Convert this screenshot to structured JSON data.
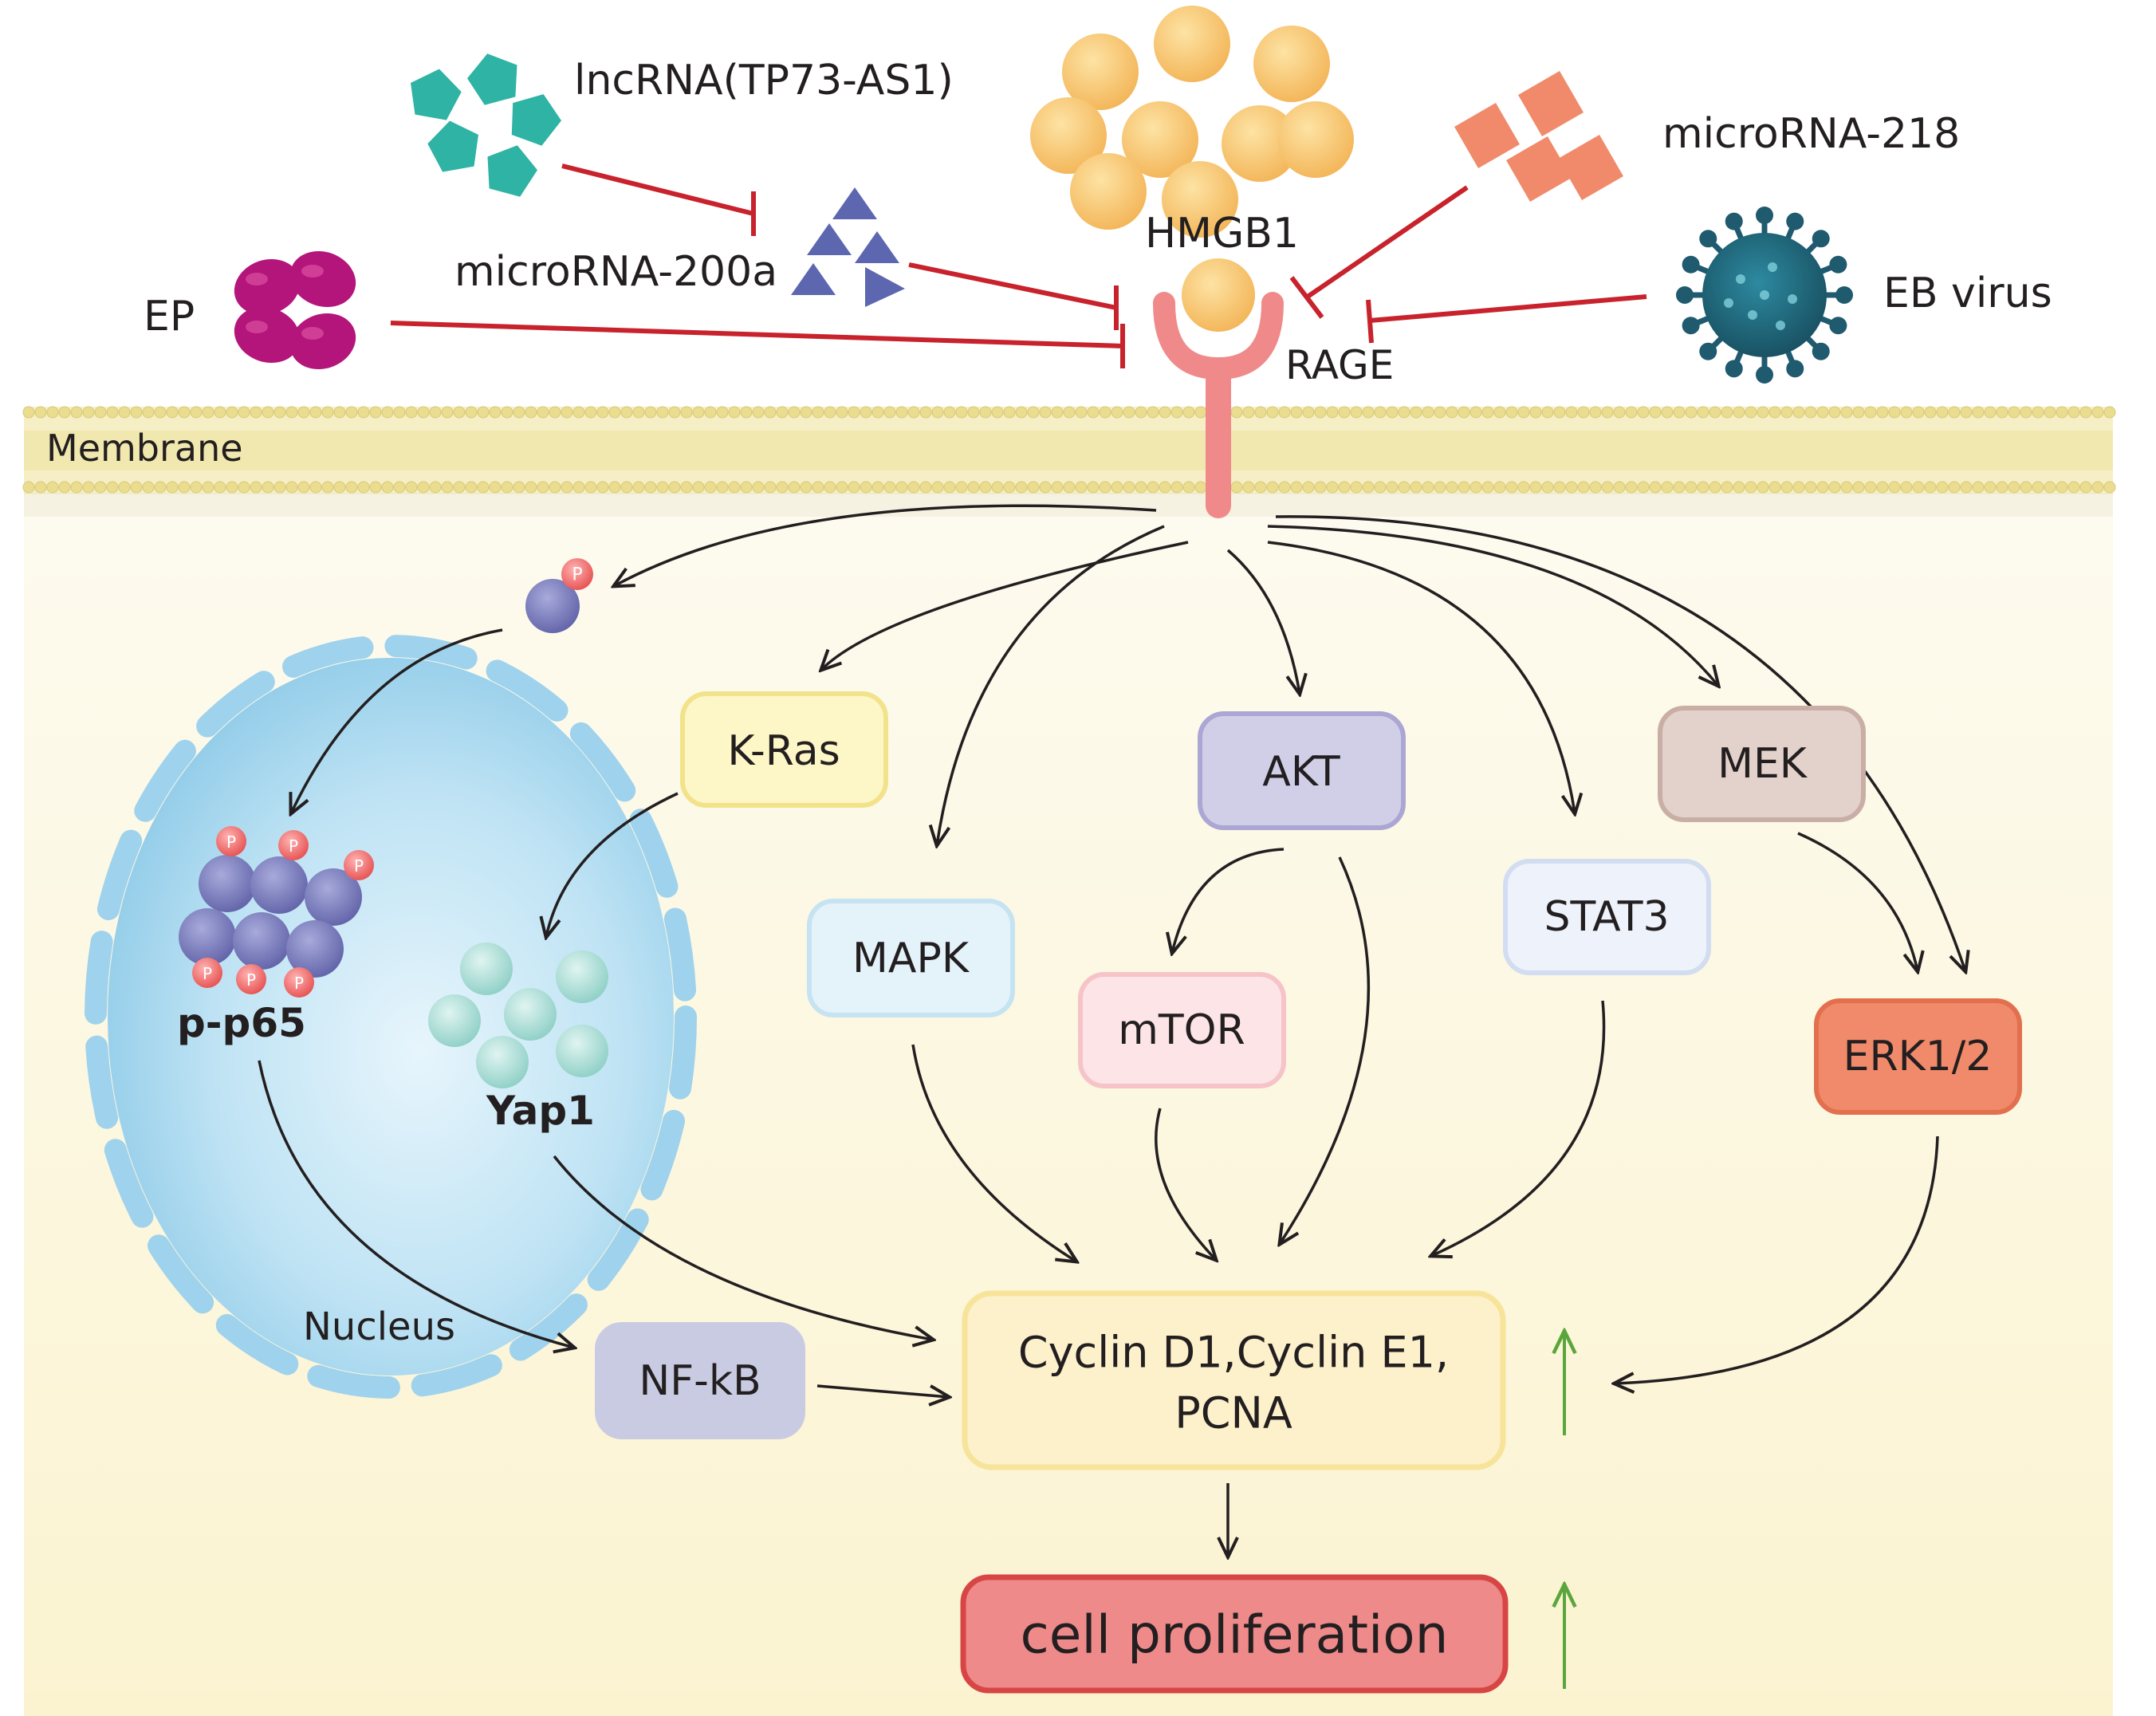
{
  "labels": {
    "lncrna": "lncRNA(TP73-AS1)",
    "microrna200a": "microRNA-200a",
    "ep": "EP",
    "hmgb1": "HMGB1",
    "microrna218": "microRNA-218",
    "ebvirus": "EB virus",
    "rage": "RAGE",
    "membrane": "Membrane",
    "nucleus": "Nucleus",
    "pp65": "p-p65",
    "yap1": "Yap1",
    "phospho": "P"
  },
  "nodes": {
    "kras": "K-Ras",
    "akt": "AKT",
    "mek": "MEK",
    "mapk": "MAPK",
    "mtor": "mTOR",
    "stat3": "STAT3",
    "erk": "ERK1/2",
    "nfkb": "NF-kB",
    "cyclin_line1": "Cyclin D1,Cyclin E1,",
    "cyclin_line2": "PCNA",
    "proliferation": "cell proliferation"
  },
  "colors": {
    "inhibit": "#c8232c",
    "activate": "#231f20",
    "up_arrow": "#5aa63c",
    "lncrna": "#2fb3a4",
    "microrna200a": "#5c67b0",
    "ep": "#b4157a",
    "hmgb1": "#f7c46c",
    "microrna218": "#f08a6a",
    "ebvirus": "#1f5a6e",
    "rage": "#f08a8a",
    "membrane": "#f3e8a6",
    "cytoplasm": "#fdf8e4",
    "nucleus": "#a8d6ee",
    "p65": "#7d80c0",
    "yap1": "#a6dcd4",
    "phospho": "#ef6a6a"
  }
}
